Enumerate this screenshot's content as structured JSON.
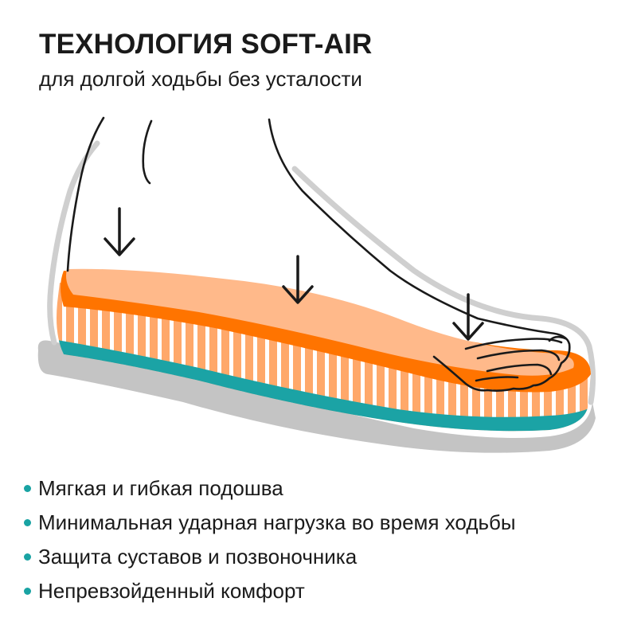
{
  "header": {
    "title": "ТЕХНОЛОГИЯ SOFT-AIR",
    "subtitle": "для долгой ходьбы без усталости"
  },
  "features": [
    "Мягкая и гибкая подошва",
    "Минимальная ударная нагрузка во время ходьбы",
    "Защита суставов и позвоночника",
    "Непревзойденный комфорт"
  ],
  "colors": {
    "accent": "#19a3a3",
    "orange": "#ff7400",
    "orange_light": "#ffb98a",
    "sole_grey": "#c4c4c4",
    "text": "#1a1a1a"
  }
}
